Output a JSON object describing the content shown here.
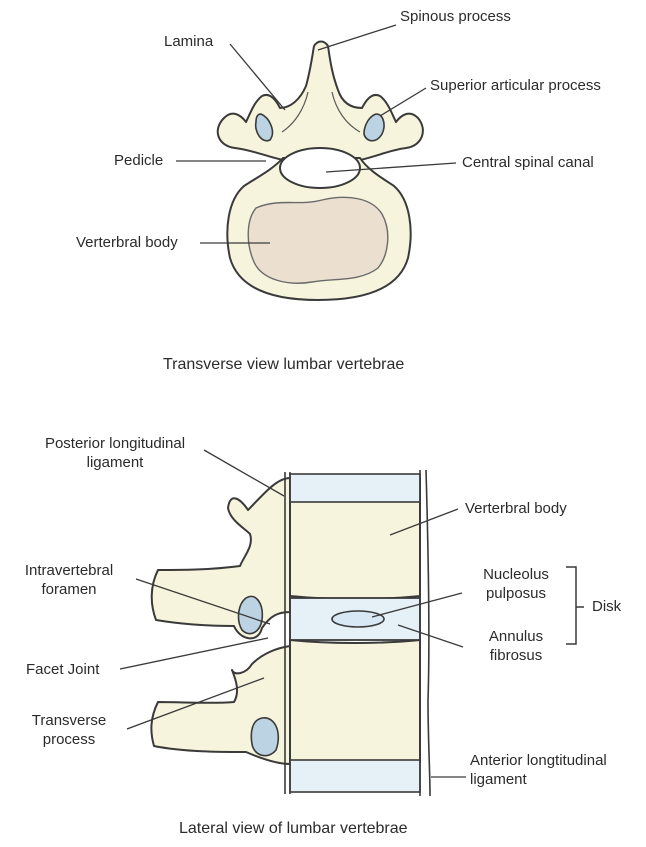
{
  "transverse": {
    "labels": {
      "spinous_process": "Spinous process",
      "lamina": "Lamina",
      "superior_articular_process": "Superior articular process",
      "pedicle": "Pedicle",
      "central_spinal_canal": "Central spinal canal",
      "vertebral_body": "Verterbral body"
    },
    "caption": "Transverse view lumbar vertebrae"
  },
  "lateral": {
    "labels": {
      "posterior_longitudinal_ligament_1": "Posterior longitudinal",
      "posterior_longitudinal_ligament_2": "ligament",
      "vertebral_body": "Verterbral body",
      "intravertebral_foramen_1": "Intravertebral",
      "intravertebral_foramen_2": "foramen",
      "nucleolus_pulposus_1": "Nucleolus",
      "nucleolus_pulposus_2": "pulposus",
      "disk": "Disk",
      "annulus_fibrosus_1": "Annulus",
      "annulus_fibrosus_2": "fibrosus",
      "facet_joint": "Facet Joint",
      "transverse_process_1": "Transverse",
      "transverse_process_2": "process",
      "anterior_longitudinal_ligament_1": "Anterior longtitudinal",
      "anterior_longitudinal_ligament_2": "ligament"
    },
    "caption": "Lateral view of lumbar vertebrae"
  },
  "colors": {
    "bone": "#f6f4dc",
    "cancellous": "#ebdfcf",
    "facet_cartilage": "#bcd3e3",
    "disc": "#e6f0f7",
    "outline": "#3a3a3a"
  }
}
